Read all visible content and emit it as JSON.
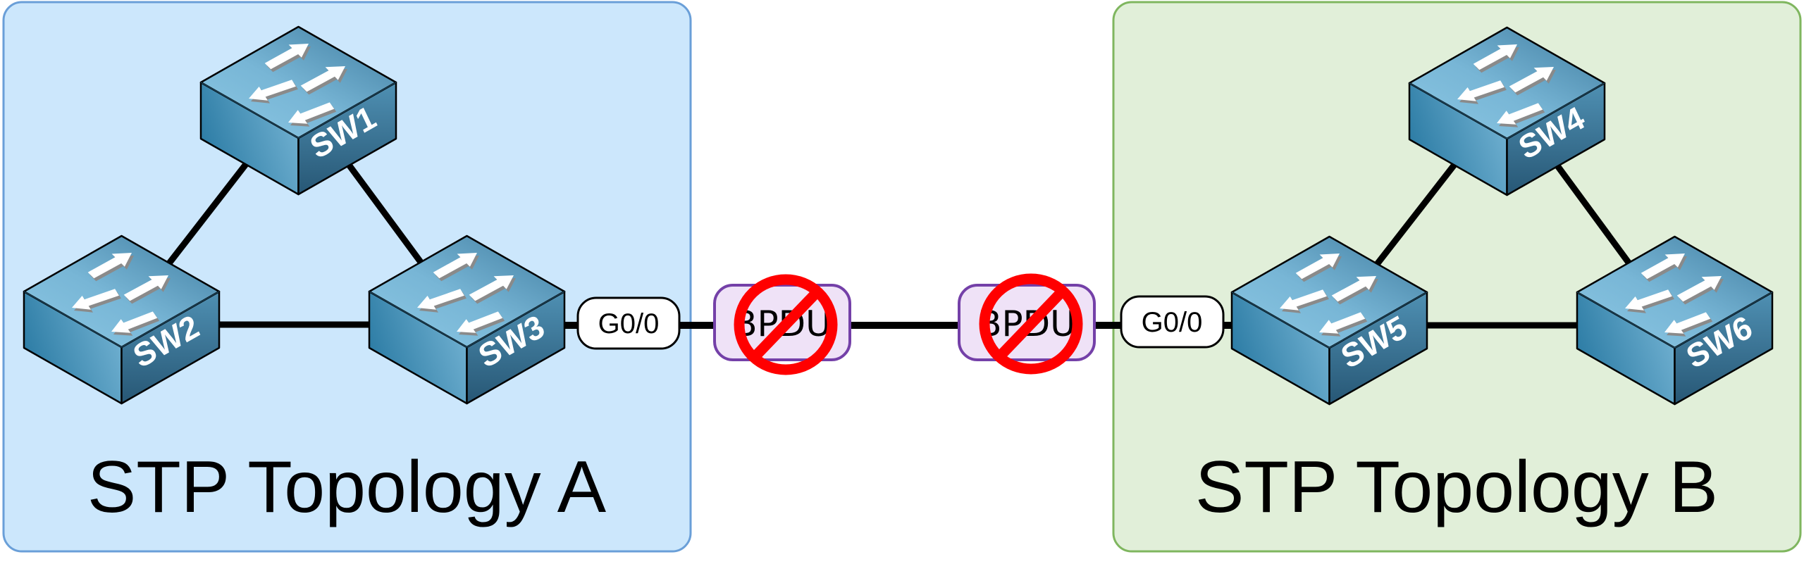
{
  "colors": {
    "panel_a_fill": "#cce7fc",
    "panel_a_border": "#6a9fd8",
    "panel_b_fill": "#e1efd9",
    "panel_b_border": "#7fb65f",
    "link": "#000000",
    "bpdu_fill": "#efe2f7",
    "bpdu_border": "#7440a8",
    "prohibit": "#ff0000",
    "port_label_fill": "#ffffff",
    "switch_top_light": "#84c2e0",
    "switch_top_dark": "#4a84a6",
    "switch_left_dark": "#2a7ba5",
    "switch_left_light": "#6caccd",
    "switch_right_light": "#4a8aae",
    "switch_right_dark": "#2a5c7b"
  },
  "topologies": [
    {
      "id": "A",
      "title": "STP Topology A",
      "switches": [
        {
          "id": "SW1",
          "label": "SW1"
        },
        {
          "id": "SW2",
          "label": "SW2"
        },
        {
          "id": "SW3",
          "label": "SW3"
        }
      ],
      "links": [
        [
          "SW1",
          "SW2"
        ],
        [
          "SW1",
          "SW3"
        ],
        [
          "SW2",
          "SW3"
        ]
      ],
      "edge_switch": "SW3",
      "edge_port": "G0/0"
    },
    {
      "id": "B",
      "title": "STP Topology B",
      "switches": [
        {
          "id": "SW4",
          "label": "SW4"
        },
        {
          "id": "SW5",
          "label": "SW5"
        },
        {
          "id": "SW6",
          "label": "SW6"
        }
      ],
      "links": [
        [
          "SW4",
          "SW5"
        ],
        [
          "SW4",
          "SW6"
        ],
        [
          "SW5",
          "SW6"
        ]
      ],
      "edge_switch": "SW5",
      "edge_port": "G0/0"
    }
  ],
  "inter_link": {
    "from": "SW3 G0/0",
    "to": "SW5 G0/0",
    "blocked_frames": [
      {
        "label": "BPDU",
        "status_icon": "prohibited-icon"
      },
      {
        "label": "BPDU",
        "status_icon": "prohibited-icon"
      }
    ]
  }
}
